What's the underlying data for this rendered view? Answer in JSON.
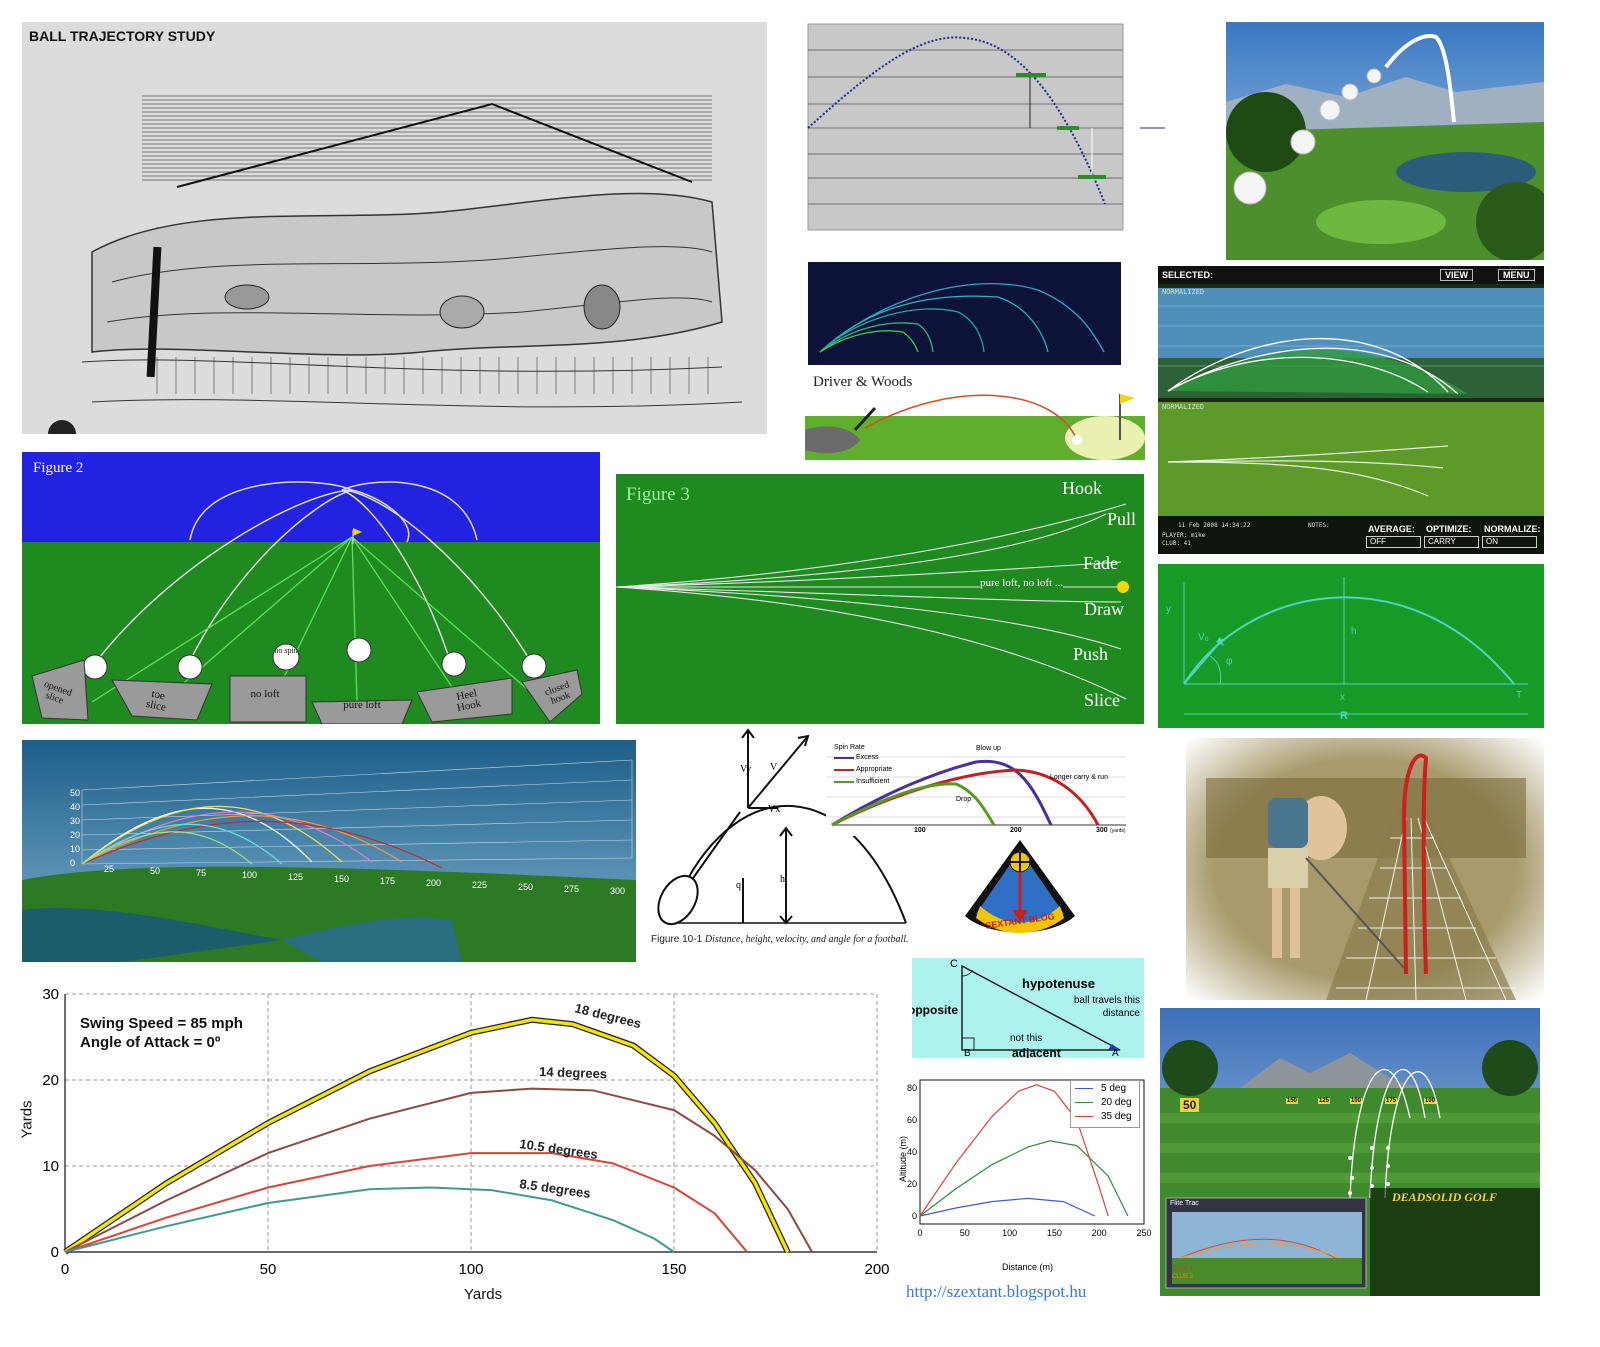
{
  "collage": {
    "study_title": "BALL TRAJECTORY STUDY",
    "figure2": {
      "title": "Figure 2",
      "labels": [
        "opened slice",
        "toe slice",
        "no loft",
        "pure loft",
        "Heel Hook",
        "closed hook"
      ],
      "spin_label": "no spin"
    },
    "figure3": {
      "title": "Figure 3",
      "labels": [
        "Hook",
        "Pull",
        "Fade",
        "Draw",
        "Push",
        "Slice"
      ],
      "center_label": "pure loft, no loft ..."
    },
    "driver_label": "Driver & Woods",
    "sim": {
      "selected": "SELECTED:",
      "view": "VIEW",
      "menu": "MENU",
      "normalized": "NORMALIZED",
      "average": "AVERAGE:",
      "average_value": "OFF",
      "optimize": "OPTIMIZE:",
      "optimize_value": "CARRY",
      "normalize": "NORMALIZE:",
      "normalize_value": "ON",
      "notes": "NOTES:",
      "player": "PLAYER: mike",
      "club": "CLUB: 41",
      "date": "11 Feb 2008 14:34:22"
    },
    "projectile": {
      "y": "y",
      "v0": "V₀",
      "phi": "φ",
      "h": "h",
      "x": "x",
      "t": "T",
      "r": "R"
    },
    "yardage3d": {
      "y_ticks": [
        "50",
        "40",
        "30",
        "20",
        "10",
        "0"
      ],
      "x_ticks": [
        "25",
        "50",
        "75",
        "100",
        "125",
        "150",
        "175",
        "200",
        "225",
        "250",
        "275",
        "300"
      ]
    },
    "football": {
      "vy": "Vy",
      "v": "V",
      "vx": "Vx",
      "q": "q",
      "h": "h",
      "caption_lead": "Figure 10-1",
      "caption": "Distance, height, velocity, and angle for a football."
    },
    "spin_chart": {
      "legend_title": "Spin Rate",
      "excess": "Excess",
      "appropriate": "Appropriate",
      "insufficient": "Insufficient",
      "blow_up": "Blow up",
      "longer": "Longer carry & run",
      "drop": "Drop",
      "x_ticks": [
        "100",
        "200",
        "300"
      ],
      "x_unit": "(yards)"
    },
    "logo_text": "SEXTANT BLOG",
    "triangle": {
      "c": "C",
      "b": "B",
      "a": "A",
      "hypotenuse": "hypotenuse",
      "ball_travels": "ball travels this distance",
      "opposite": "opposite",
      "not_this": "not this",
      "adjacent": "adjacent"
    },
    "deadsolid": {
      "flag50": "50",
      "flag_labels": [
        "150",
        "125",
        "100",
        "175",
        "100"
      ],
      "brand": "DEADSOLID GOLF",
      "inset_title": "Flite Trac",
      "club1": "CLUB 1",
      "club2": "CLUB 2"
    },
    "url": "http://szextant.blogspot.hu"
  },
  "chart_data": [
    {
      "type": "line",
      "title": "",
      "annotation_lines": [
        "Swing Speed = 85 mph",
        "Angle of Attack = 0º"
      ],
      "xlabel": "Yards",
      "ylabel": "Yards",
      "xlim": [
        0,
        200
      ],
      "ylim": [
        0,
        30
      ],
      "x_ticks": [
        "0",
        "50",
        "100",
        "150",
        "200"
      ],
      "y_ticks": [
        "0",
        "10",
        "20",
        "30"
      ],
      "grid": true,
      "series": [
        {
          "name": "18 degrees",
          "color": "#f2e600",
          "x": [
            0,
            25,
            50,
            75,
            100,
            115,
            125,
            140,
            150,
            160,
            170,
            178
          ],
          "y": [
            0,
            8,
            15,
            21,
            25.5,
            27,
            26.5,
            24,
            20.5,
            15,
            8,
            0
          ]
        },
        {
          "name": "14 degrees",
          "color": "#8b4a44",
          "x": [
            0,
            25,
            50,
            75,
            100,
            115,
            130,
            150,
            160,
            170,
            178,
            184
          ],
          "y": [
            0,
            6,
            11.5,
            15.5,
            18.5,
            19,
            18.8,
            16.5,
            13.5,
            9.5,
            5,
            0
          ]
        },
        {
          "name": "10.5 degrees",
          "color": "#d9443b",
          "x": [
            0,
            25,
            50,
            75,
            100,
            120,
            135,
            150,
            160,
            168
          ],
          "y": [
            0,
            4,
            7.5,
            10,
            11.5,
            11.5,
            10.3,
            7.5,
            4.5,
            0
          ]
        },
        {
          "name": "8.5 degrees",
          "color": "#3f9a8f",
          "x": [
            0,
            25,
            50,
            75,
            90,
            105,
            120,
            135,
            145,
            150
          ],
          "y": [
            0,
            3,
            5.7,
            7.3,
            7.5,
            7.2,
            6,
            3.7,
            1.6,
            0
          ]
        }
      ]
    },
    {
      "type": "line",
      "title": "",
      "xlabel": "Distance (m)",
      "ylabel": "Altitude (m)",
      "xlim": [
        0,
        250
      ],
      "ylim": [
        -5,
        85
      ],
      "x_ticks": [
        "0",
        "50",
        "100",
        "150",
        "200",
        "250"
      ],
      "y_ticks": [
        "0",
        "20",
        "40",
        "60",
        "80"
      ],
      "legend": "top-right",
      "series": [
        {
          "name": "5 deg",
          "color": "#3b5bdb",
          "x": [
            0,
            40,
            80,
            120,
            160,
            195
          ],
          "y": [
            0,
            5,
            9,
            11,
            9,
            0
          ]
        },
        {
          "name": "20 deg",
          "color": "#2e8b3a",
          "x": [
            0,
            40,
            80,
            120,
            145,
            175,
            210,
            232
          ],
          "y": [
            0,
            17,
            32,
            43,
            47,
            44,
            25,
            0
          ]
        },
        {
          "name": "35 deg",
          "color": "#d9443b",
          "x": [
            0,
            40,
            80,
            110,
            130,
            150,
            175,
            200,
            210
          ],
          "y": [
            0,
            33,
            62,
            78,
            82,
            78,
            60,
            18,
            0
          ]
        }
      ]
    }
  ]
}
